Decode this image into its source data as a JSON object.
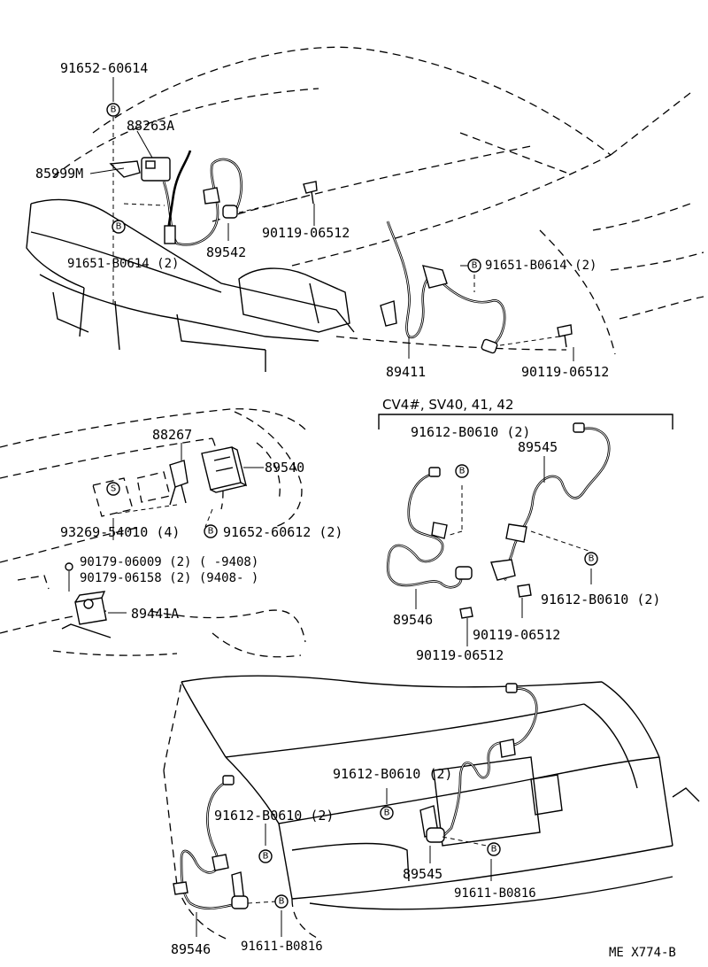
{
  "diagram": {
    "section_header": "CV4#, SV40, 41, 42",
    "footer_code": "ME X774-B",
    "symbols": {
      "bolt_b": "B",
      "screw_s": "S"
    },
    "labels": {
      "front_left": {
        "p91652_60614": "91652-60614",
        "p88263A": "88263A",
        "p85999M": "85999M",
        "p91651_B0614_a": "91651-B0614 (2)",
        "p89542": "89542",
        "p90119_06512_a": "90119-06512"
      },
      "front_right": {
        "p91651_B0614_b": "91651-B0614 (2)",
        "p89411": "89411",
        "p90119_06512_b": "90119-06512"
      },
      "interior": {
        "p88267": "88267",
        "p89540": "89540",
        "p93269_54010": "93269-54010 (4)",
        "p91652_60612": "91652-60612 (2)",
        "p90179_06009": "90179-06009 (2) (      -9408)",
        "p90179_06158": "90179-06158 (2) (9408-      )",
        "p89441A": "89441A"
      },
      "cv4_section": {
        "p91612_B0610_top": "91612-B0610 (2)",
        "p89545": "89545",
        "p91612_B0610_right": "91612-B0610 (2)",
        "p89546": "89546",
        "p90119_06512_c": "90119-06512",
        "p90119_06512_d": "90119-06512"
      },
      "rear": {
        "p91612_B0610_r1": "91612-B0610 (2)",
        "p91612_B0610_r2": "91612-B0610 (2)",
        "p89545_r": "89545",
        "p91611_B0816_r": "91611-B0816",
        "p89546_r": "89546",
        "p91611_B0816_l": "91611-B0816"
      }
    }
  }
}
